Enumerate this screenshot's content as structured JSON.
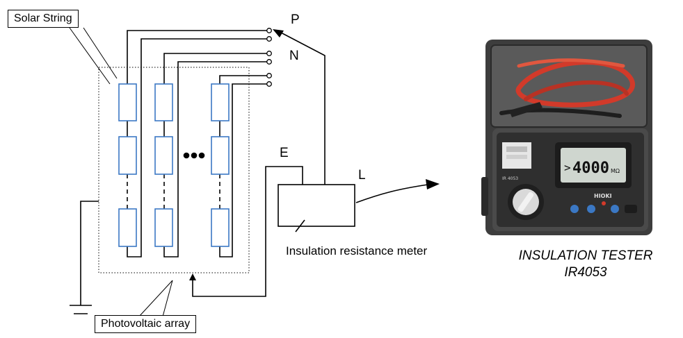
{
  "labels": {
    "solar_string": "Solar String",
    "photovoltaic_array": "Photovoltaic array",
    "terminal_p": "P",
    "terminal_n": "N",
    "terminal_e": "E",
    "terminal_l": "L",
    "meter_caption": "Insulation resistance meter"
  },
  "product": {
    "line1": "INSULATION TESTER",
    "line2": "IR4053",
    "brand": "HIOKI",
    "model_badge": "IR 4053",
    "display_reading": "4000",
    "display_unit": "MΩ",
    "display_prefix": ">"
  },
  "colors": {
    "lines": "#000000",
    "modules": "#3b78c4",
    "case_body": "#4a4a4a",
    "lead_red": "#d23a2a"
  }
}
